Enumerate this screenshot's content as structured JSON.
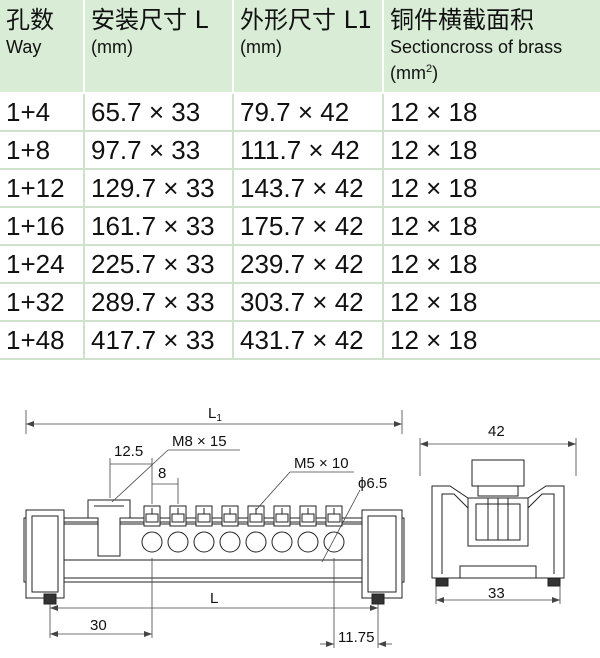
{
  "table": {
    "headers": [
      {
        "zh": "孔数",
        "en": "Way"
      },
      {
        "zh": "安装尺寸 L",
        "en": "(mm)"
      },
      {
        "zh": "外形尺寸 L1",
        "en": "(mm)"
      },
      {
        "zh": "铜件横截面积",
        "en": "Sectioncross of brass",
        "unit_prefix": "(mm",
        "unit_sup": "2",
        "unit_suffix": ")"
      }
    ],
    "rows": [
      [
        "1+4",
        "65.7 × 33",
        "79.7 × 42",
        "12 × 18"
      ],
      [
        "1+8",
        "97.7 × 33",
        "111.7 × 42",
        "12 × 18"
      ],
      [
        "1+12",
        "129.7 × 33",
        "143.7 × 42",
        "12 × 18"
      ],
      [
        "1+16",
        "161.7 × 33",
        "175.7 × 42",
        "12 × 18"
      ],
      [
        "1+24",
        "225.7 × 33",
        "239.7 × 42",
        "12 × 18"
      ],
      [
        "1+32",
        "289.7 × 33",
        "303.7 × 42",
        "12 × 18"
      ],
      [
        "1+48",
        "417.7 × 33",
        "431.7 × 42",
        "12 × 18"
      ]
    ]
  },
  "drawing": {
    "l1_label": "L",
    "l1_sub": "1",
    "dim_12_5": "12.5",
    "m8_label": "M8 × 15",
    "dim_8": "8",
    "m5_label": "M5 × 10",
    "phi_label": "ϕ6.5",
    "l_label": "L",
    "dim_30": "30",
    "dim_11_75": "11.75",
    "dim_42": "42",
    "dim_33": "33"
  },
  "colors": {
    "header_bg": "#d8ecd6",
    "row_line": "#cfe3cc"
  }
}
